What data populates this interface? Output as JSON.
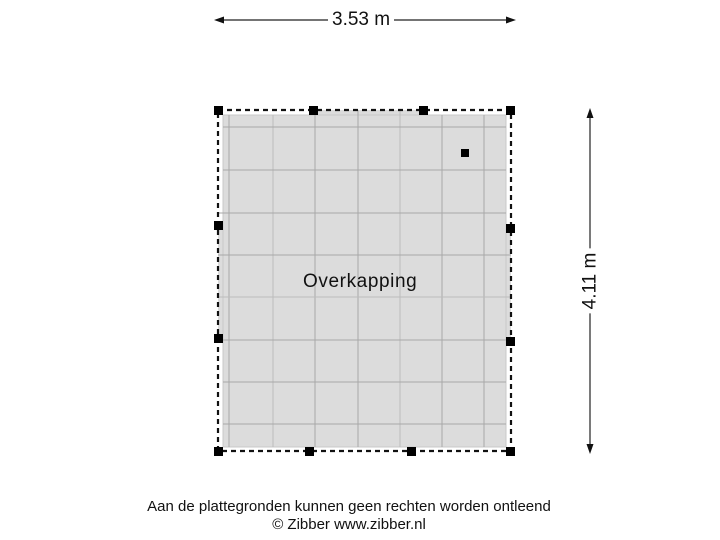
{
  "dimensions": {
    "width_label": "3.53 m",
    "height_label": "4.11 m"
  },
  "rooms": [
    {
      "name": "Overkapping"
    }
  ],
  "footer": {
    "disclaimer": "Aan de plattegronden kunnen geen rechten worden ontleend",
    "copyright": "© Zibber www.zibber.nl"
  },
  "colors": {
    "floor_fill": "#dcdcdc",
    "grid_line": "#a8a8a8",
    "wall_dash": "#111111",
    "post": "#000000",
    "background": "#ffffff"
  }
}
